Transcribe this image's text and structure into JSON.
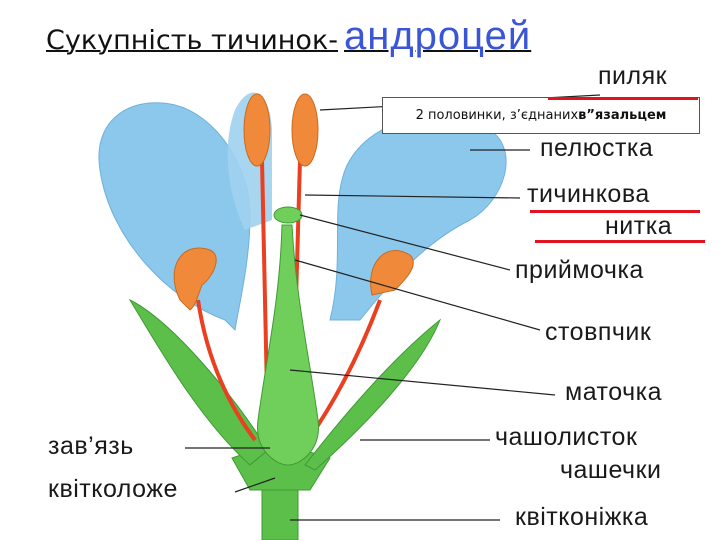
{
  "title": {
    "main": "Сукупність тичинок-",
    "term": "андроцей"
  },
  "callout": {
    "text_normal": "2 половинки, з’єднаних ",
    "text_bold": "в”язальцем"
  },
  "labels": {
    "anther": "пиляк",
    "petal": "пелюстка",
    "filament_1": "тичинкова",
    "filament_2": "нитка",
    "stigma": "приймочка",
    "style": "стовпчик",
    "pistil": "маточка",
    "sepal_1": "чашолисток",
    "sepal_2": "чашечки",
    "ovary": "зав’язь",
    "receptacle": "квітколоже",
    "pedicel": "квітконіжка"
  },
  "colors": {
    "petal": "#8cc8ec",
    "green": "#5cbf4a",
    "stamen": "#f08a3a",
    "filament": "#e84020",
    "underline": "#e0141e",
    "term": "#3a55d6"
  }
}
